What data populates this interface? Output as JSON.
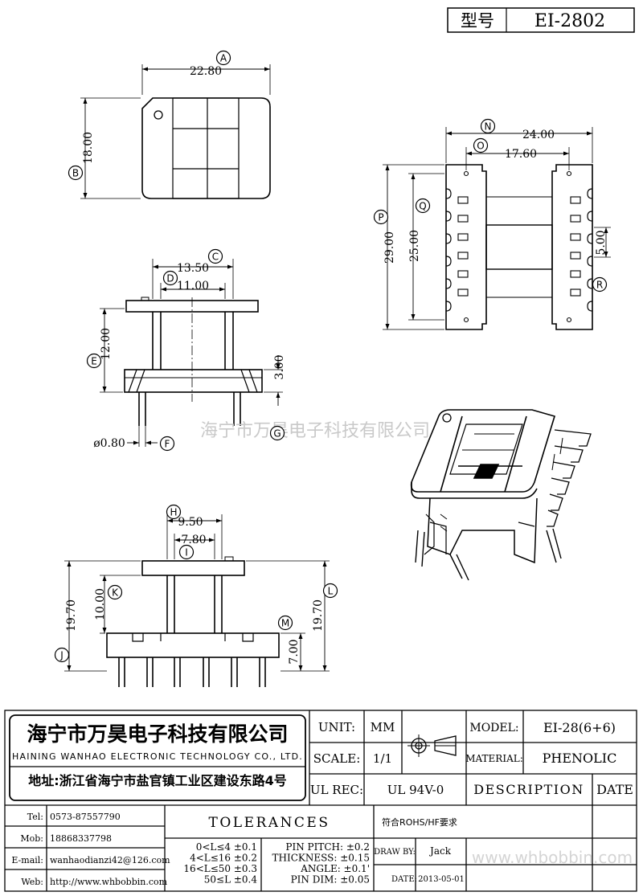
{
  "header": {
    "model_label": "型号",
    "model_value": "EI-2802"
  },
  "watermark": "海宁市万昊电子科技有限公司",
  "footer_watermark": "www.whbobbin.com",
  "dimensions": {
    "A": "22.80",
    "B": "18.00",
    "C": "13.50",
    "D": "11.00",
    "E": "12.00",
    "F": "ø0.80",
    "G": "3.00",
    "H": "9.50",
    "I": "7.80",
    "J": "19.70",
    "K": "10.00",
    "L": "19.70",
    "M": "7.00",
    "N": "24.00",
    "O": "17.60",
    "P": "29.00",
    "Q": "25.00",
    "R": "5.00"
  },
  "callouts": [
    "A",
    "B",
    "C",
    "D",
    "E",
    "F",
    "G",
    "H",
    "I",
    "J",
    "K",
    "L",
    "M",
    "N",
    "O",
    "P",
    "Q",
    "R"
  ],
  "company": {
    "name_cn": "海宁市万昊电子科技有限公司",
    "name_en": "HAINING WANHAO ELECTRONIC TECHNOLOGY CO., LTD.",
    "address": "地址:浙江省海宁市盐官镇工业区建设东路4号"
  },
  "contacts": [
    {
      "label": "Tel:",
      "value": "0573-87557790"
    },
    {
      "label": "Mob:",
      "value": "18868337798"
    },
    {
      "label": "E-mail:",
      "value": "wanhaodianzi42@126.com"
    },
    {
      "label": "Web:",
      "value": "http://www.whbobbin.com"
    }
  ],
  "title_block": {
    "unit_label": "UNIT:",
    "unit_value": "MM",
    "scale_label": "SCALE:",
    "scale_value": "1/1",
    "ulrec_label": "UL REC:",
    "ulrec_value": "UL 94V-0",
    "model_label": "MODEL:",
    "model_value": "EI-28(6+6)",
    "material_label": "MATERIAL:",
    "material_value": "PHENOLIC",
    "description_label": "DESCRIPTION",
    "date_label": "DATE",
    "tolerances_label": "TOLERANCES",
    "rohs": "符合ROHS/HF要求",
    "drawby_label": "DRAW BY:",
    "drawby_value": "Jack",
    "date_field_label": "DATE:",
    "date_value": "2013-05-01"
  },
  "tolerances": {
    "length": [
      "0<L≤4 ±0.1",
      "4<L≤16 ±0.2",
      "16<L≤50 ±0.3",
      "50≤L ±0.4"
    ],
    "other": [
      "PIN PITCH: ±0.2",
      "THICKNESS: ±0.15",
      "ANGLE: ±0.1'",
      "PIN DIM: ±0.05"
    ]
  }
}
